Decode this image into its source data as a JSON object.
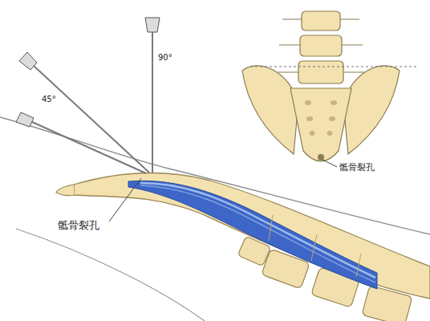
{
  "diagram": {
    "labels": [
      "90°",
      "45°",
      "骶骨裂孔",
      "骶骨裂孔"
    ]
  }
}
